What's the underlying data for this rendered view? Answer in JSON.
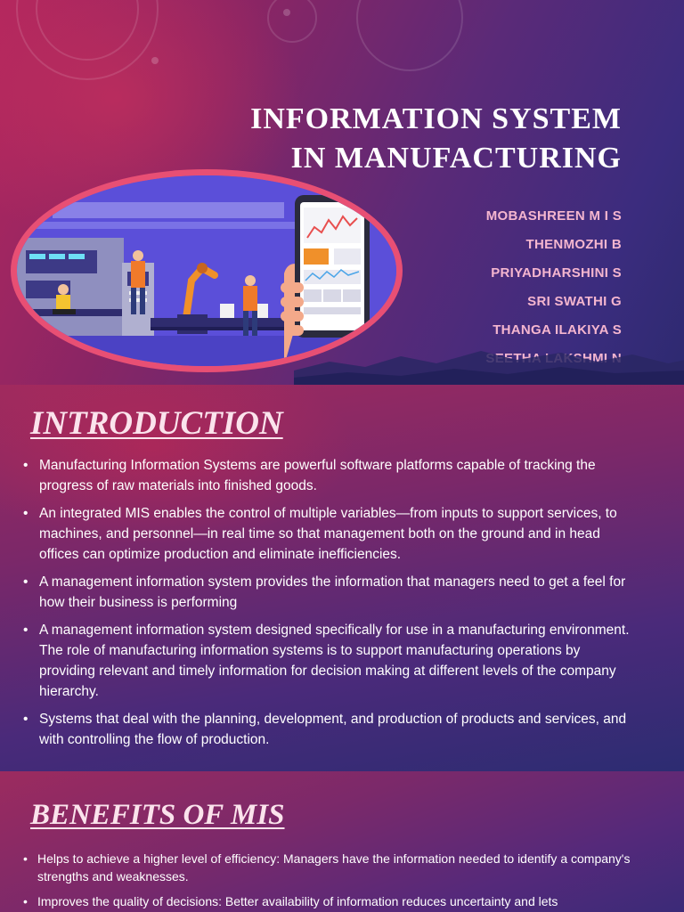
{
  "title_slide": {
    "title_lines": [
      "INFORMATION SYSTEM",
      "IN MANUFACTURING"
    ],
    "authors": [
      "MOBASHREEN M I S",
      "THENMOZHI B",
      "PRIYADHARSHINI S",
      "SRI SWATHI G",
      "THANGA ILAKIYA S",
      "SEETHA LAKSHMI N"
    ],
    "illustration": "factory-automation-with-smartphone-analytics"
  },
  "introduction": {
    "heading": "INTRODUCTION",
    "bullets": [
      "Manufacturing Information Systems are powerful software platforms capable of tracking the progress of raw materials into finished goods.",
      "An integrated MIS enables the control of multiple variables—from inputs to support services, to machines, and personnel—in real time so that management both on the ground and in head offices can optimize production and eliminate inefficiencies.",
      "A management information system provides the information that managers need to get a feel for how their business is performing",
      "A management information system designed specifically for use in a manufacturing environment. The role of manufacturing information systems is to support manufacturing operations by providing relevant and timely information for decision making at different levels of the company hierarchy.",
      "Systems that deal with the planning, development, and production of products and services, and with controlling the flow of production."
    ]
  },
  "benefits": {
    "heading": "BENEFITS OF MIS",
    "bullets": [
      "Helps to achieve a higher level of efficiency: Managers have the information needed to identify a company's strengths and weaknesses.",
      "Improves the quality of decisions: Better availability of information reduces uncertainty and lets"
    ]
  },
  "colors": {
    "heading_pink": "#fbe3ec",
    "author_pink": "#f5b6cf",
    "frame_pink": "#e84f74",
    "illustration_blue": "#5a4fd8"
  }
}
